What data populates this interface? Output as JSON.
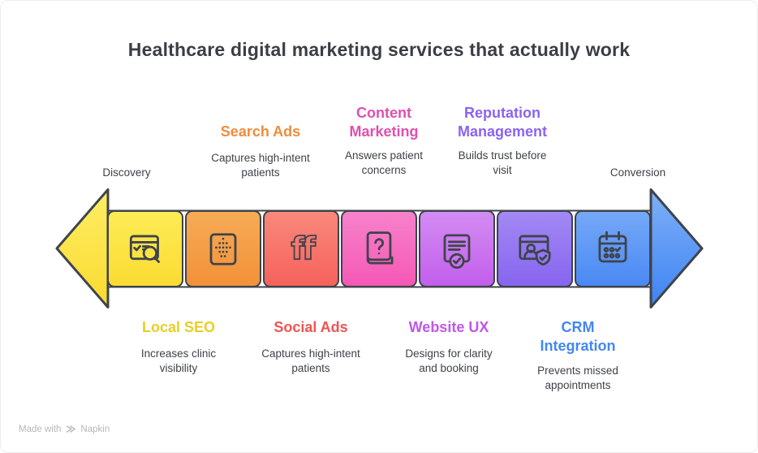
{
  "title": "Healthcare digital marketing services that actually work",
  "endpoints": {
    "left": "Discovery",
    "right": "Conversion"
  },
  "stages": [
    {
      "title": "Local SEO",
      "desc": "Increases clinic\nvisibility",
      "color": "#e7cf25",
      "position": "bottom"
    },
    {
      "title": "Search Ads",
      "desc": "Captures high-intent\npatients",
      "color": "#ed8d3c",
      "position": "top"
    },
    {
      "title": "Social Ads",
      "desc": "Captures high-intent\npatients",
      "color": "#f05452",
      "position": "bottom"
    },
    {
      "title": "Content\nMarketing",
      "desc": "Answers patient\nconcerns",
      "color": "#e04fae",
      "position": "top"
    },
    {
      "title": "Website UX",
      "desc": "Designs for clarity\nand booking",
      "color": "#c156e9",
      "position": "bottom"
    },
    {
      "title": "Reputation\nManagement",
      "desc": "Builds trust before\nvisit",
      "color": "#8a63f2",
      "position": "top"
    },
    {
      "title": "CRM\nIntegration",
      "desc": "Prevents missed\nappointments",
      "color": "#4486f2",
      "position": "bottom"
    }
  ],
  "segments": [
    {
      "name": "local-seo",
      "icon": "browser-search-icon",
      "color_top": "#fdec55",
      "color_mid": "#fce344",
      "color_bottom": "#fbdb33"
    },
    {
      "name": "search-ads",
      "icon": "dot-arrow-icon",
      "color_top": "#f7ab55",
      "color_mid": "#f59e46",
      "color_bottom": "#f29138"
    },
    {
      "name": "social-ads",
      "icon": "ff-ligature-icon",
      "color_top": "#f9887b",
      "color_mid": "#f7756b",
      "color_bottom": "#f6625c"
    },
    {
      "name": "content-marketing",
      "icon": "book-question-icon",
      "color_top": "#f782cb",
      "color_mid": "#f66dc0",
      "color_bottom": "#f558b5"
    },
    {
      "name": "website-ux",
      "icon": "document-check-icon",
      "color_top": "#d38cf2",
      "color_mid": "#cb75ef",
      "color_bottom": "#c25eec"
    },
    {
      "name": "reputation-management",
      "icon": "profile-shield-icon",
      "color_top": "#a289f4",
      "color_mid": "#9477f1",
      "color_bottom": "#8765ef"
    },
    {
      "name": "crm-integration",
      "icon": "calendar-check-icon",
      "color_top": "#75a8f7",
      "color_mid": "#6099f5",
      "color_bottom": "#4a89f4"
    }
  ],
  "arrow": {
    "outline": "#3f444c",
    "left_head": {
      "top": "#fcee66",
      "bottom": "#fbda2e"
    },
    "right_head": {
      "top": "#7fb0f7",
      "bottom": "#3e83f3"
    }
  },
  "footer": {
    "made_with": "Made with",
    "brand": "Napkin"
  }
}
